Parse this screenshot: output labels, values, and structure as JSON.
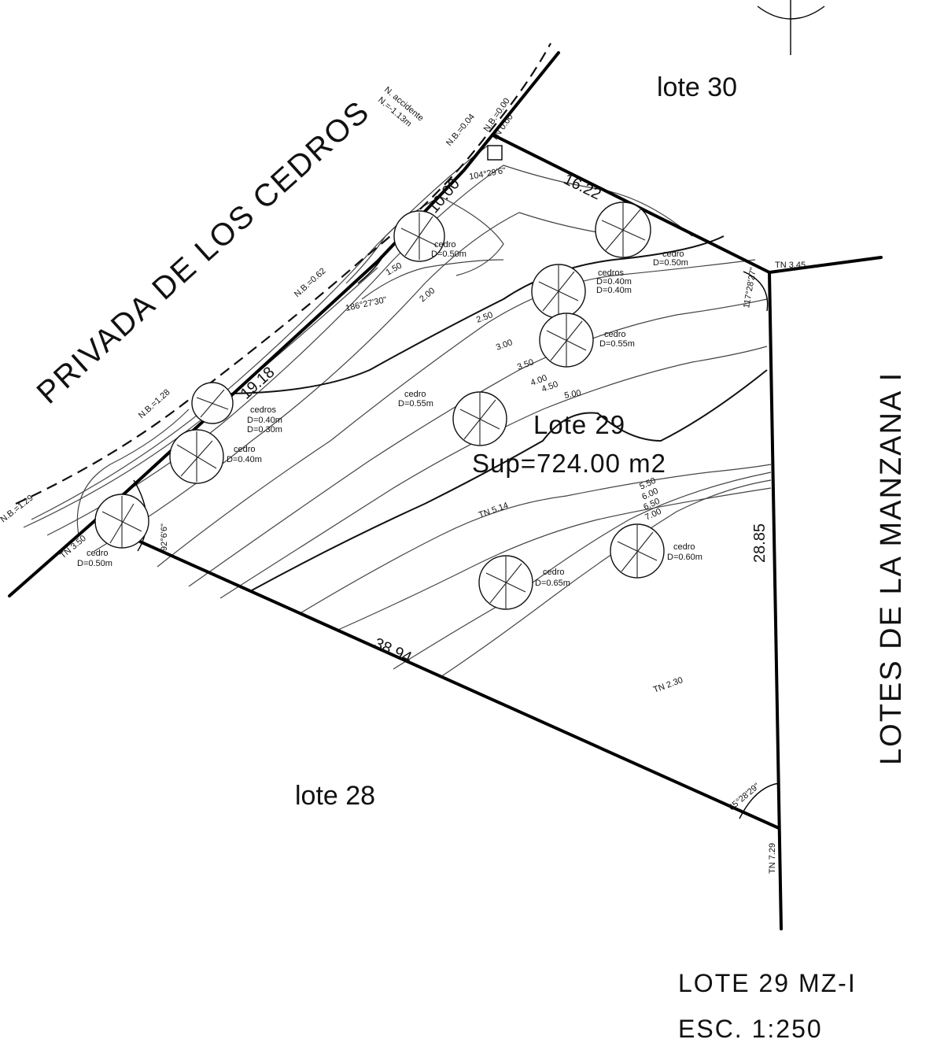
{
  "street_name": "PRIVADA DE LOS CEDROS",
  "side_label": "LOTES DE LA MANZANA I",
  "neighbors": {
    "north": "lote 30",
    "south": "lote 28"
  },
  "lot": {
    "name": "Lote 29",
    "area": "Sup=724.00 m2"
  },
  "dimensions": {
    "north_edge": "16.22",
    "street_edge_short": "10.00",
    "street_edge_long": "19.18",
    "south_edge": "38.94",
    "east_edge": "28.85"
  },
  "angles": {
    "top": "104°29'6\"",
    "street_bend": "186°27'30\"",
    "west": "92°6'6\"",
    "east_top": "117°28'27\"",
    "east_bottom": "65°28'29\""
  },
  "trees": [
    {
      "species": "cedro",
      "diameter": "D=0.50m"
    },
    {
      "species": "cedro",
      "diameter": "D=0.50m"
    },
    {
      "species": "cedros",
      "diameter": "D=0.40m",
      "diameter2": "D=0.40m"
    },
    {
      "species": "cedro",
      "diameter": "D=0.55m"
    },
    {
      "species": "cedro",
      "diameter": "D=0.55m"
    },
    {
      "species": "cedros",
      "diameter": "D=0.40m",
      "diameter2": "D=0.30m"
    },
    {
      "species": "cedro",
      "diameter": "D=0.40m"
    },
    {
      "species": "cedro",
      "diameter": "D=0.50m"
    },
    {
      "species": "cedro",
      "diameter": "D=0.65m"
    },
    {
      "species": "cedro",
      "diameter": "D=0.60m"
    }
  ],
  "contour_labels": [
    "1.50",
    "2.00",
    "2.50",
    "3.00",
    "3.50",
    "4.00",
    "4.50",
    "5.00",
    "5.50",
    "6.00",
    "6.50",
    "7.00"
  ],
  "level_labels": [
    "N.B.=0.04",
    "N.B.=0.62",
    "N.B.=1.28",
    "N.B.=1.29",
    "N.B.=0.00",
    "TN 3.45",
    "TN 5.14",
    "TN 2.30",
    "TN 7.29",
    "TN 3.50",
    "TN 0.00"
  ],
  "curb_note": "N. accidente",
  "curb_note_value": "N.=-1.13m",
  "footer": {
    "title": "LOTE 29  MZ-I",
    "scale": "ESC.  1:250"
  }
}
